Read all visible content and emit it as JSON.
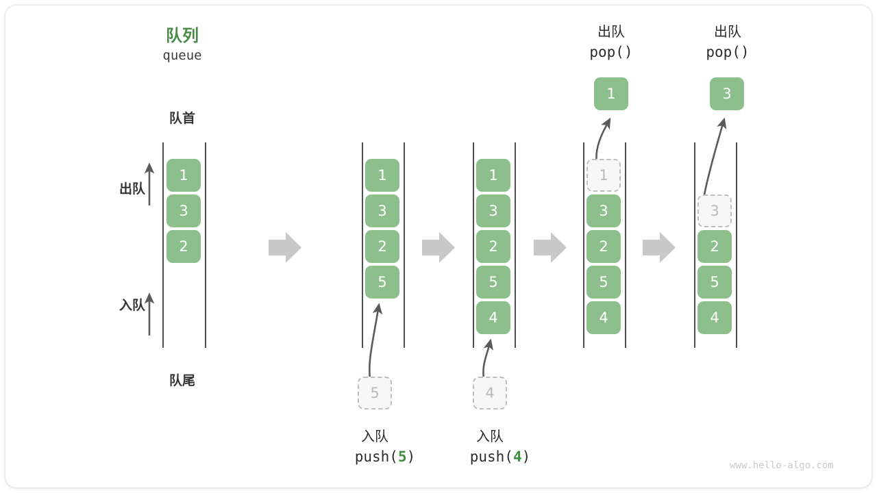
{
  "diagram": {
    "title_cn": "队列",
    "title_en": "queue",
    "front_label": "队首",
    "rear_label": "队尾",
    "dequeue_label": "出队",
    "enqueue_label": "入队",
    "watermark": "www.hello-algo.com",
    "colors": {
      "element_green": "#8cbf8c",
      "title_green": "#488a48",
      "ghost_fill": "#f7f7f7",
      "ghost_border": "#bdbdbd",
      "rail": "#4d4d4d",
      "arrow_gray": "#c8c8c8",
      "text_dark": "#2b2b2b"
    }
  },
  "steps": [
    {
      "id": "initial",
      "op_cn": "",
      "op_code": "",
      "op_arg": "",
      "cells": [
        "1",
        "3",
        "2"
      ],
      "ghost_index": -1,
      "popped": ""
    },
    {
      "id": "push-5",
      "op_cn": "入队",
      "op_code_prefix": "push(",
      "op_arg": "5",
      "op_code_suffix": ")",
      "cells": [
        "1",
        "3",
        "2",
        "5"
      ],
      "incoming": "5",
      "popped": ""
    },
    {
      "id": "push-4",
      "op_cn": "入队",
      "op_code_prefix": "push(",
      "op_arg": "4",
      "op_code_suffix": ")",
      "cells": [
        "1",
        "3",
        "2",
        "5",
        "4"
      ],
      "incoming": "4",
      "popped": ""
    },
    {
      "id": "pop-1",
      "op_cn": "出队",
      "op_code_prefix": "pop(",
      "op_arg": "",
      "op_code_suffix": ")",
      "cells": [
        "1",
        "3",
        "2",
        "5",
        "4"
      ],
      "ghost_index": 0,
      "popped": "1"
    },
    {
      "id": "pop-3",
      "op_cn": "出队",
      "op_code_prefix": "pop(",
      "op_arg": "",
      "op_code_suffix": ")",
      "cells": [
        "3",
        "2",
        "5",
        "4"
      ],
      "ghost_index": 0,
      "popped": "3"
    }
  ],
  "column1": {
    "cells": [
      "1",
      "3",
      "2"
    ]
  },
  "column2": {
    "cells": [
      "1",
      "3",
      "2",
      "5"
    ],
    "incoming": "5",
    "op_cn": "入队",
    "code_pre": "push(",
    "code_arg": "5",
    "code_post": ")"
  },
  "column3": {
    "cells": [
      "1",
      "3",
      "2",
      "5",
      "4"
    ],
    "incoming": "4",
    "op_cn": "入队",
    "code_pre": "push(",
    "code_arg": "4",
    "code_post": ")"
  },
  "column4": {
    "ghost": "1",
    "cells": [
      "3",
      "2",
      "5",
      "4"
    ],
    "popped": "1",
    "op_cn": "出队",
    "code_pre": "pop(",
    "code_arg": "",
    "code_post": ")"
  },
  "column5": {
    "ghost": "3",
    "cells": [
      "2",
      "5",
      "4"
    ],
    "popped": "3",
    "op_cn": "出队",
    "code_pre": "pop(",
    "code_arg": "",
    "code_post": ")"
  }
}
